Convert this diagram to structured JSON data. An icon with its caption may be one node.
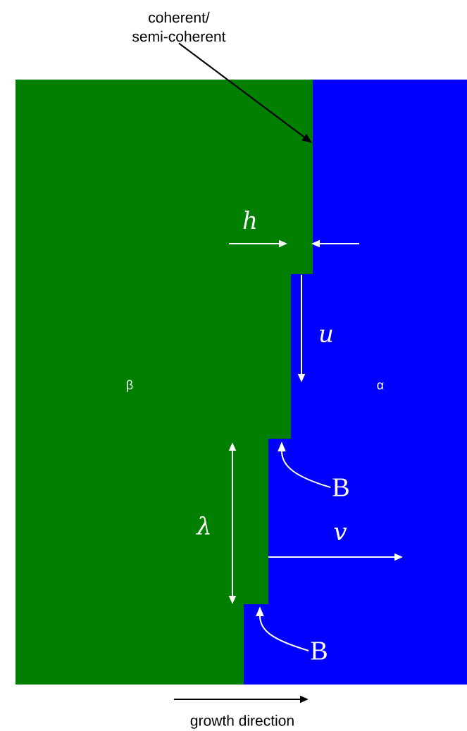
{
  "diagram": {
    "nodes": [
      {
        "text": [
          "β"
        ]
      },
      {
        "text": [
          "α"
        ]
      },
      {
        "text": [
          "coherent/ semi-coherent"
        ]
      },
      {
        "text": [
          "B"
        ],
        "in": 1
      },
      {
        "text": [
          "B"
        ],
        "in": 1
      }
    ],
    "edges": [
      {
        "from": 2,
        "to": 0,
        "arrow": "to",
        "color": "#000000"
      },
      {
        "from": 3,
        "to": 1,
        "arrow": "to"
      },
      {
        "from": 4,
        "to": 1,
        "arrow": "to"
      }
    ],
    "labels": [
      "h",
      "u",
      "λ",
      "v",
      "growth direction"
    ]
  }
}
